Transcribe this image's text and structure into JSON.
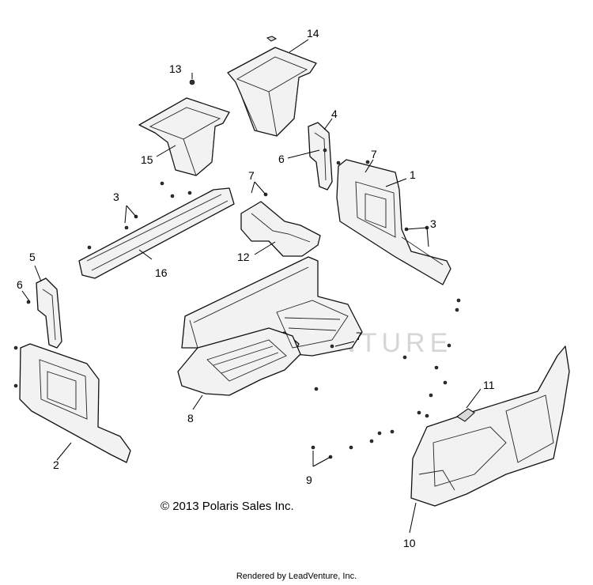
{
  "watermark": "LEADVENTURE",
  "copyright": "© 2013 Polaris Sales Inc.",
  "footer": "Rendered by LeadVenture, Inc.",
  "callouts": {
    "c1": "1",
    "c2": "2",
    "c3a": "3",
    "c3b": "3",
    "c4": "4",
    "c5": "5",
    "c6a": "6",
    "c6b": "6",
    "c7a": "7",
    "c7b": "7",
    "c7c": "7",
    "c8": "8",
    "c9": "9",
    "c10": "10",
    "c11": "11",
    "c12": "12",
    "c13": "13",
    "c14": "14",
    "c15": "15",
    "c16": "16"
  }
}
